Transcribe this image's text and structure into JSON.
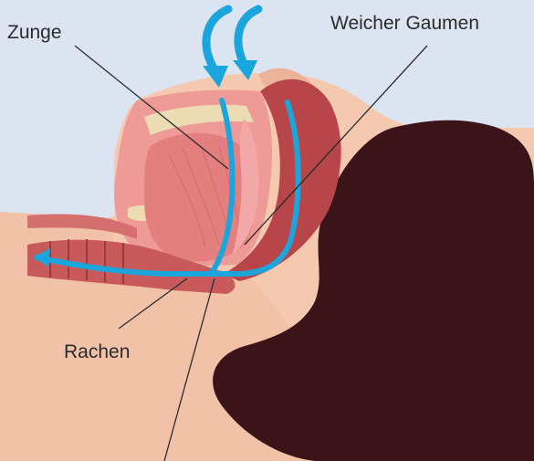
{
  "labels": {
    "tongue": "Zunge",
    "soft_palate": "Weicher Gaumen",
    "pharynx": "Rachen"
  },
  "colors": {
    "background": "#dbe4f0",
    "skin": "#f2c2a8",
    "hair": "#3a1418",
    "tissue": "#e8868a",
    "tissue_dark": "#b8454a",
    "bone": "#ecdcb4",
    "airflow": "#1aa6dc",
    "leader_line": "#2b2b2b"
  }
}
